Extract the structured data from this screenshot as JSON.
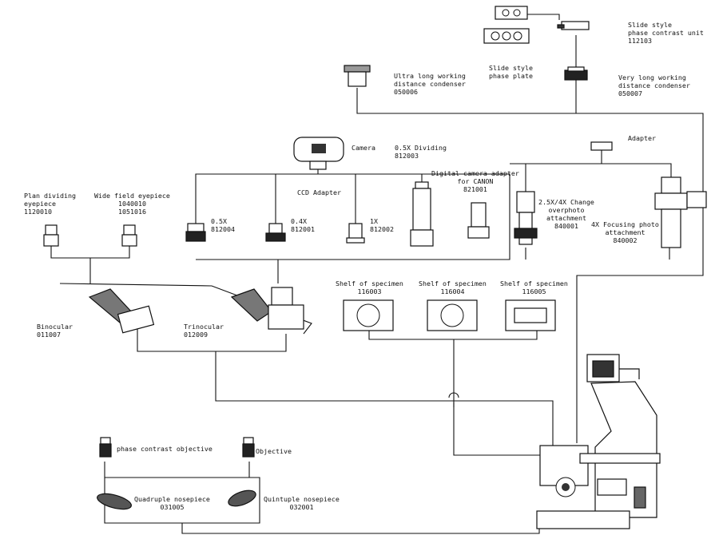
{
  "components": {
    "slide_phase_contrast_unit": {
      "name": [
        "Slide style",
        "phase contrast unit"
      ],
      "code": "112103"
    },
    "slide_phase_plate": {
      "name": [
        "Slide style",
        "phase plate"
      ],
      "code": ""
    },
    "ultra_long_condenser": {
      "name": [
        "Ultra long working",
        "distance condenser"
      ],
      "code": "050006"
    },
    "very_long_condenser": {
      "name": [
        "Very long working",
        "distance condenser"
      ],
      "code": "050007"
    },
    "camera": {
      "name": [
        "Camera"
      ],
      "code": ""
    },
    "dividing_05x": {
      "name": [
        "0.5X Dividing"
      ],
      "code": "812003"
    },
    "adapter": {
      "name": [
        "Adapter"
      ],
      "code": ""
    },
    "ccd_adapter": {
      "name": [
        "CCD Adapter"
      ],
      "code": ""
    },
    "digital_camera_adapter": {
      "name": [
        "Digital camera adapter",
        "for CANON"
      ],
      "code": "821001"
    },
    "ccd_05x": {
      "name": [
        "0.5X"
      ],
      "code": "812004"
    },
    "ccd_04x": {
      "name": [
        "0.4X"
      ],
      "code": "812001"
    },
    "ccd_1x": {
      "name": [
        "1X"
      ],
      "code": "812002"
    },
    "change_overphoto": {
      "name": [
        "2.5X/4X Change",
        "overphoto",
        "attachment"
      ],
      "code": "840001"
    },
    "focusing_photo": {
      "name": [
        "4X Focusing photo",
        "attachment"
      ],
      "code": "840002"
    },
    "plan_dividing_eyepiece": {
      "name": [
        "Plan dividing",
        "eyepiece"
      ],
      "code": "1120010"
    },
    "wide_field_eyepiece": {
      "name": [
        "Wide field eyepiece"
      ],
      "code": "1040010",
      "code2": "1051016"
    },
    "binocular": {
      "name": [
        "Binocular"
      ],
      "code": "011007"
    },
    "trinocular": {
      "name": [
        "Trinocular"
      ],
      "code": "012009"
    },
    "shelf_116003": {
      "name": [
        "Shelf of specimen"
      ],
      "code": "116003"
    },
    "shelf_116004": {
      "name": [
        "Shelf of specimen"
      ],
      "code": "116004"
    },
    "shelf_116005": {
      "name": [
        "Shelf of specimen"
      ],
      "code": "116005"
    },
    "phase_contrast_objective": {
      "name": [
        "phase contrast objective"
      ],
      "code": ""
    },
    "objective": {
      "name": [
        "Objective"
      ],
      "code": ""
    },
    "quadruple_nosepiece": {
      "name": [
        "Quadruple nosepiece"
      ],
      "code": "031005"
    },
    "quintuple_nosepiece": {
      "name": [
        "Quintuple nosepiece"
      ],
      "code": "032001"
    }
  }
}
